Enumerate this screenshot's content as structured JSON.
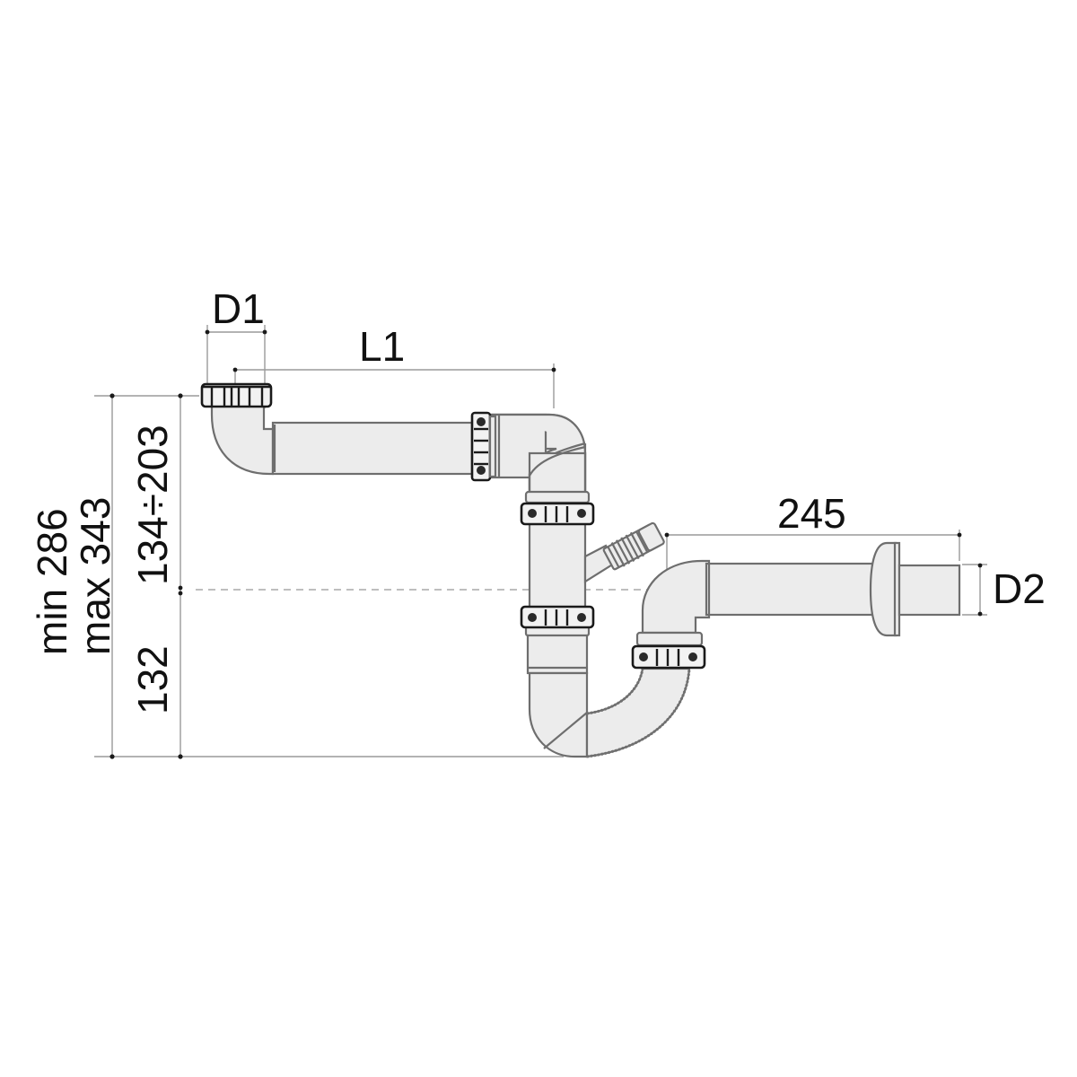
{
  "diagram": {
    "title": "Sink trap (siphon) dimension drawing",
    "colors": {
      "pipe_fill": "#ececec",
      "pipe_outline": "#6e6e6e",
      "nut_outline": "#1a1a1a",
      "dimension_line": "#9a9a9a",
      "label": "#111111"
    },
    "labels": {
      "d1": "D1",
      "l1": "L1",
      "len_245": "245",
      "d2": "D2",
      "height_min": "min 286",
      "height_max": "max 343",
      "upper_range": "134÷203",
      "lower_height": "132"
    },
    "components": [
      {
        "name": "inlet-nut",
        "label": "D1"
      },
      {
        "name": "horizontal-inlet-pipe",
        "label": "L1"
      },
      {
        "name": "elbow-union-nut"
      },
      {
        "name": "vertical-pipe"
      },
      {
        "name": "appliance-hose-connector"
      },
      {
        "name": "u-bend-corrugated"
      },
      {
        "name": "outlet-elbow-nut"
      },
      {
        "name": "outlet-pipe",
        "label": "245"
      },
      {
        "name": "wall-rosette"
      },
      {
        "name": "outlet-end",
        "label": "D2"
      }
    ]
  }
}
